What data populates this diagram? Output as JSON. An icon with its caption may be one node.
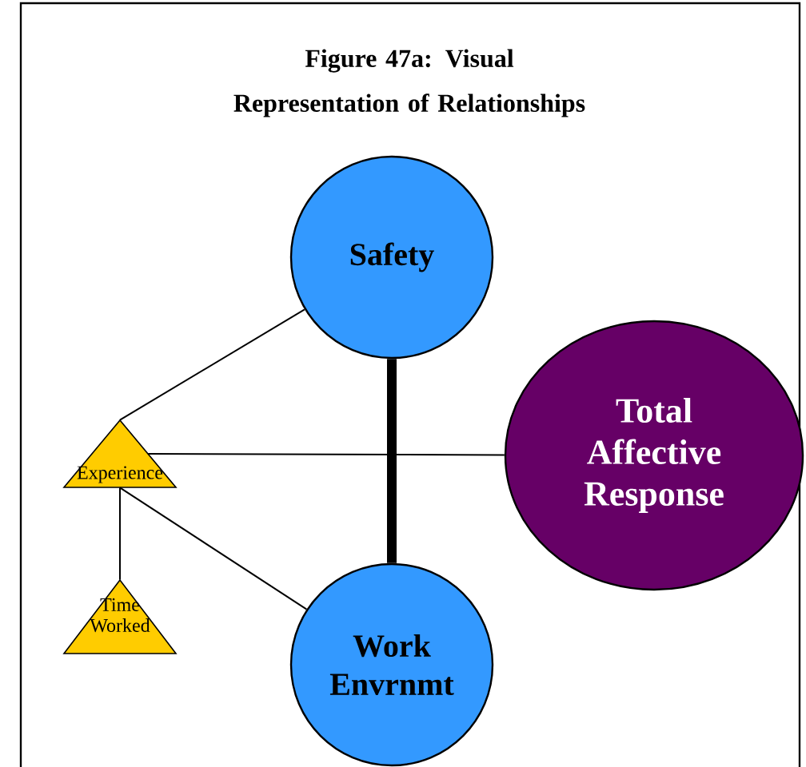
{
  "diagram": {
    "title": "Figure 47a: Visual Representation of Relationships",
    "nodes": [
      {
        "text": [
          "Safety"
        ]
      },
      {
        "text": [
          "Experience"
        ]
      },
      {
        "text": [
          "Total Affective Response"
        ]
      },
      {
        "text": [
          "Time Worked"
        ]
      },
      {
        "text": [
          "Work Envrnmt"
        ]
      }
    ],
    "edges": [
      {
        "from": 1,
        "to": 0,
        "arrow": "none"
      },
      {
        "from": 1,
        "to": 2,
        "arrow": "none"
      },
      {
        "from": 1,
        "to": 3,
        "arrow": "none"
      },
      {
        "from": 1,
        "to": 4,
        "arrow": "none"
      },
      {
        "from": 0,
        "to": 4,
        "arrow": "none",
        "style": "thick"
      }
    ]
  }
}
